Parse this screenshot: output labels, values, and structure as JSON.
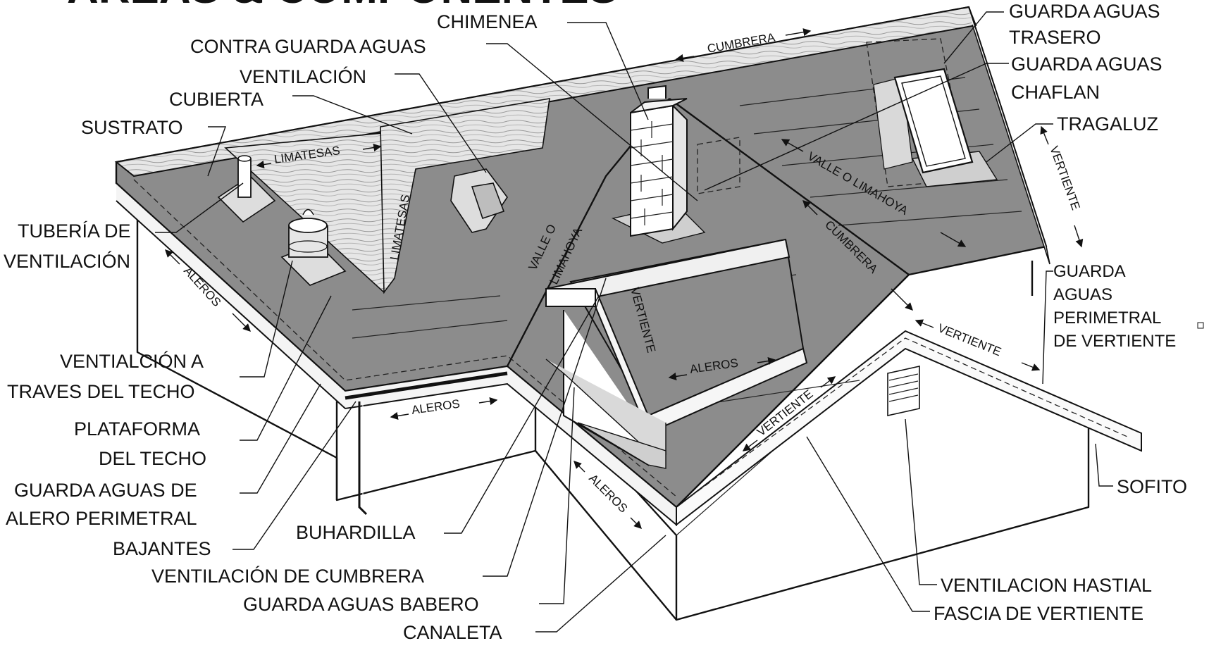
{
  "title": "AREAS & COMPONENTES",
  "labels": {
    "chimenea": "CHIMENEA",
    "contra_guarda_aguas": "CONTRA GUARDA AGUAS",
    "ventilacion": "VENTILACIÓN",
    "cubierta": "CUBIERTA",
    "sustrato": "SUSTRATO",
    "tuberia_1": "TUBERÍA DE",
    "tuberia_2": "VENTILACIÓN",
    "ventilacion_techo_1": "VENTIALCIÓN A",
    "ventilacion_techo_2": "TRAVES DEL TECHO",
    "plataforma_1": "PLATAFORMA",
    "plataforma_2": "DEL TECHO",
    "guarda_alero_1": "GUARDA AGUAS DE",
    "guarda_alero_2": "ALERO PERIMETRAL",
    "bajantes": "BAJANTES",
    "buhardilla": "BUHARDILLA",
    "ventilacion_cumbrera": "VENTILACIÓN DE CUMBRERA",
    "guarda_babero": "GUARDA AGUAS BABERO",
    "canaleta": "CANALETA",
    "guarda_trasero_1": "GUARDA AGUAS",
    "guarda_trasero_2": "TRASERO",
    "guarda_chaflan_1": "GUARDA AGUAS",
    "guarda_chaflan_2": "CHAFLAN",
    "tragaluz": "TRAGALUZ",
    "guarda_perimetral_1": "GUARDA",
    "guarda_perimetral_2": "AGUAS",
    "guarda_perimetral_3": "PERIMETRAL",
    "guarda_perimetral_4": "DE VERTIENTE",
    "sofito": "SOFITO",
    "ventilacion_hastial": "VENTILACION HASTIAL",
    "fascia": "FASCIA DE VERTIENTE"
  },
  "roof_tags": {
    "cumbrera_top": "CUMBRERA",
    "limatesas_h": "LIMATESAS",
    "limatesas_v": "LIMATESAS",
    "valle_1": "VALLE O",
    "valle_2": "LIMAHOYA",
    "valle_right": "VALLE O LIMAHOYA",
    "cumbrera_mid": "CUMBRERA",
    "vertiente_far": "VERTIENTE",
    "vertiente_dormer": "VERTIENTE",
    "vertiente_gable": "VERTIENTE",
    "vertiente_front": "VERTIENTE",
    "aleros_left": "ALEROS",
    "aleros_front": "ALEROS",
    "aleros_dormer": "ALEROS",
    "aleros_bottom": "ALEROS"
  },
  "colors": {
    "roof": "#8c8c8c",
    "roof_dark": "#7a7a7a",
    "deck": "#d9d9d9",
    "wall": "#ffffff",
    "line": "#111111"
  }
}
